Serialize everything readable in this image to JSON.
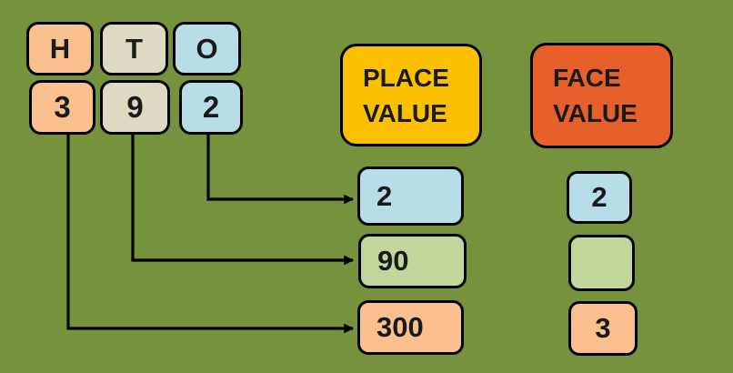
{
  "canvas": {
    "background_color": "#76923D",
    "line_color": "#000000"
  },
  "digit_columns": [
    {
      "label": "H",
      "digit": "3",
      "color": "#FAC090"
    },
    {
      "label": "T",
      "digit": "9",
      "color": "#DDD9C3"
    },
    {
      "label": "O",
      "digit": "2",
      "color": "#B7DEE8"
    }
  ],
  "place_value": {
    "title_line1": "PLACE",
    "title_line2": "VALUE",
    "title_color": "#FCC000",
    "items": [
      {
        "value": "2",
        "color": "#B7DEE8"
      },
      {
        "value": "90",
        "color": "#C3D69B"
      },
      {
        "value": "300",
        "color": "#FAC090"
      }
    ]
  },
  "face_value": {
    "title_line1": "FACE",
    "title_line2": "VALUE",
    "title_color": "#E5602B",
    "items": [
      {
        "value": "2",
        "color": "#B7DEE8"
      },
      {
        "value": "",
        "color": "#C3D69B"
      },
      {
        "value": "3",
        "color": "#FAC090"
      }
    ]
  }
}
